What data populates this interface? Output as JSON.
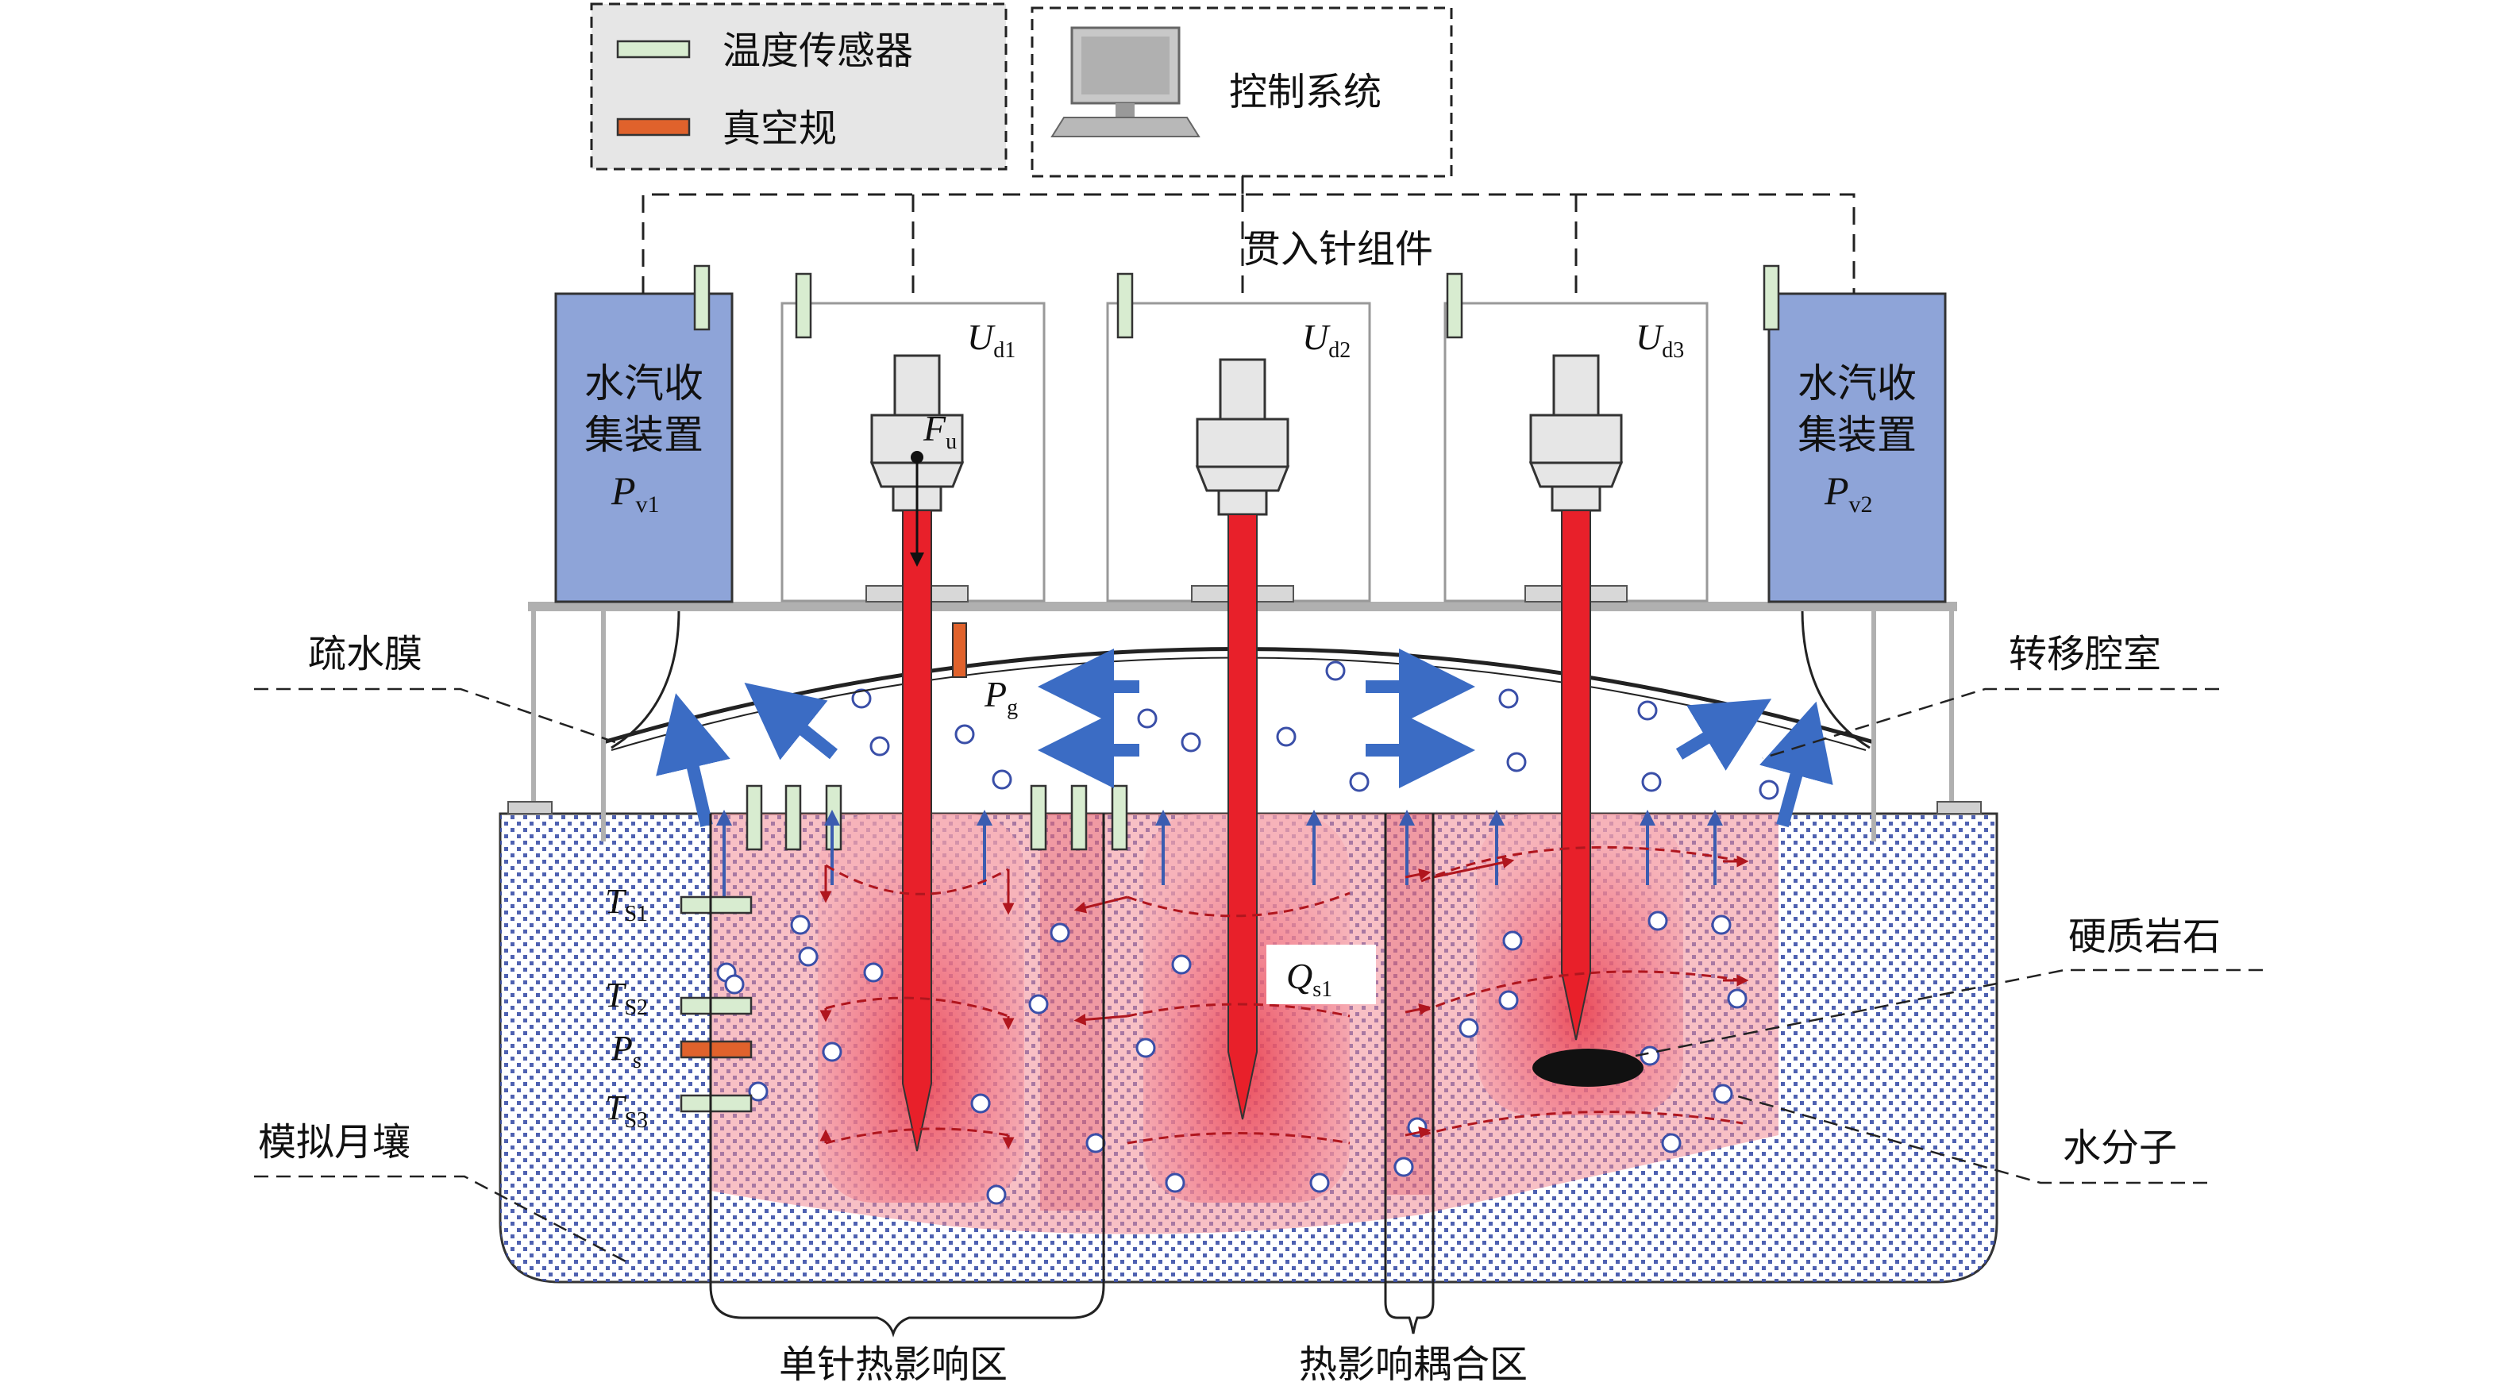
{
  "legend": {
    "temp_sensor_label": "温度传感器",
    "vacuum_gauge_label": "真空规",
    "temp_sensor_color": "#d8ecd0",
    "vacuum_gauge_color": "#e0622c"
  },
  "control_system": {
    "label": "控制系统"
  },
  "penetrator_assembly": {
    "label": "贯入针组件"
  },
  "collectors": {
    "left": {
      "line1": "水汽收",
      "line2": "集装置",
      "var": "P",
      "sub": "v1"
    },
    "right": {
      "line1": "水汽收",
      "line2": "集装置",
      "var": "P",
      "sub": "v2"
    },
    "color": "#8ea4d8"
  },
  "units": [
    {
      "var": "U",
      "sub": "d1"
    },
    {
      "var": "U",
      "sub": "d2"
    },
    {
      "var": "U",
      "sub": "d3"
    }
  ],
  "force": {
    "var": "F",
    "sub": "u"
  },
  "gas_pressure": {
    "var": "P",
    "sub": "g"
  },
  "heat_source": {
    "var": "Q",
    "sub": "s1"
  },
  "sensors": {
    "ts1": {
      "var": "T",
      "sub": "S1"
    },
    "ts2": {
      "var": "T",
      "sub": "S2"
    },
    "ps": {
      "var": "P",
      "sub": "s"
    },
    "ts3": {
      "var": "T",
      "sub": "S3"
    }
  },
  "callouts": {
    "membrane": "疏水膜",
    "transfer_chamber": "转移腔室",
    "hard_rock": "硬质岩石",
    "lunar_soil": "模拟月壤",
    "water_molecule": "水分子",
    "single_zone": "单针热影响区",
    "coupling_zone": "热影响耦合区"
  },
  "colors": {
    "needle": "#e8202a",
    "heat_zone": "#f28c96",
    "soil_dots": "#3a4fa8",
    "arrow_blue": "#3b6cc4",
    "arrow_red": "#b0161e"
  }
}
